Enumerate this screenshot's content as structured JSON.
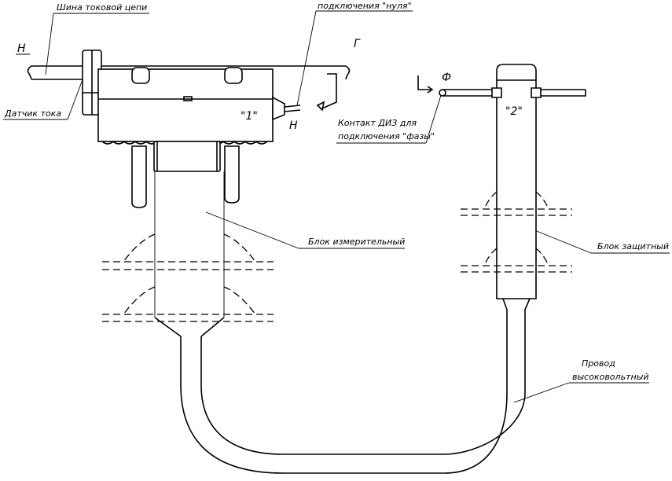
{
  "labels": {
    "bus": "Шина токовой цепи",
    "neutral_contact": "подключения \"нуля\"",
    "current_sensor": "Датчик тока",
    "phase_contact_line1": "Контакт ДИЗ для",
    "phase_contact_line2": "подключения \"фазы\"",
    "measuring_block": "Блок измерительный",
    "protection_block": "Блок защитный",
    "hv_wire_line1": "Провод",
    "hv_wire_line2": "высоковольтный",
    "unit1": "\"1\"",
    "unit2": "\"2\"",
    "letter_n_left": "Н",
    "letter_n_right": "Н",
    "letter_g": "Г",
    "letter_f": "Ф"
  }
}
